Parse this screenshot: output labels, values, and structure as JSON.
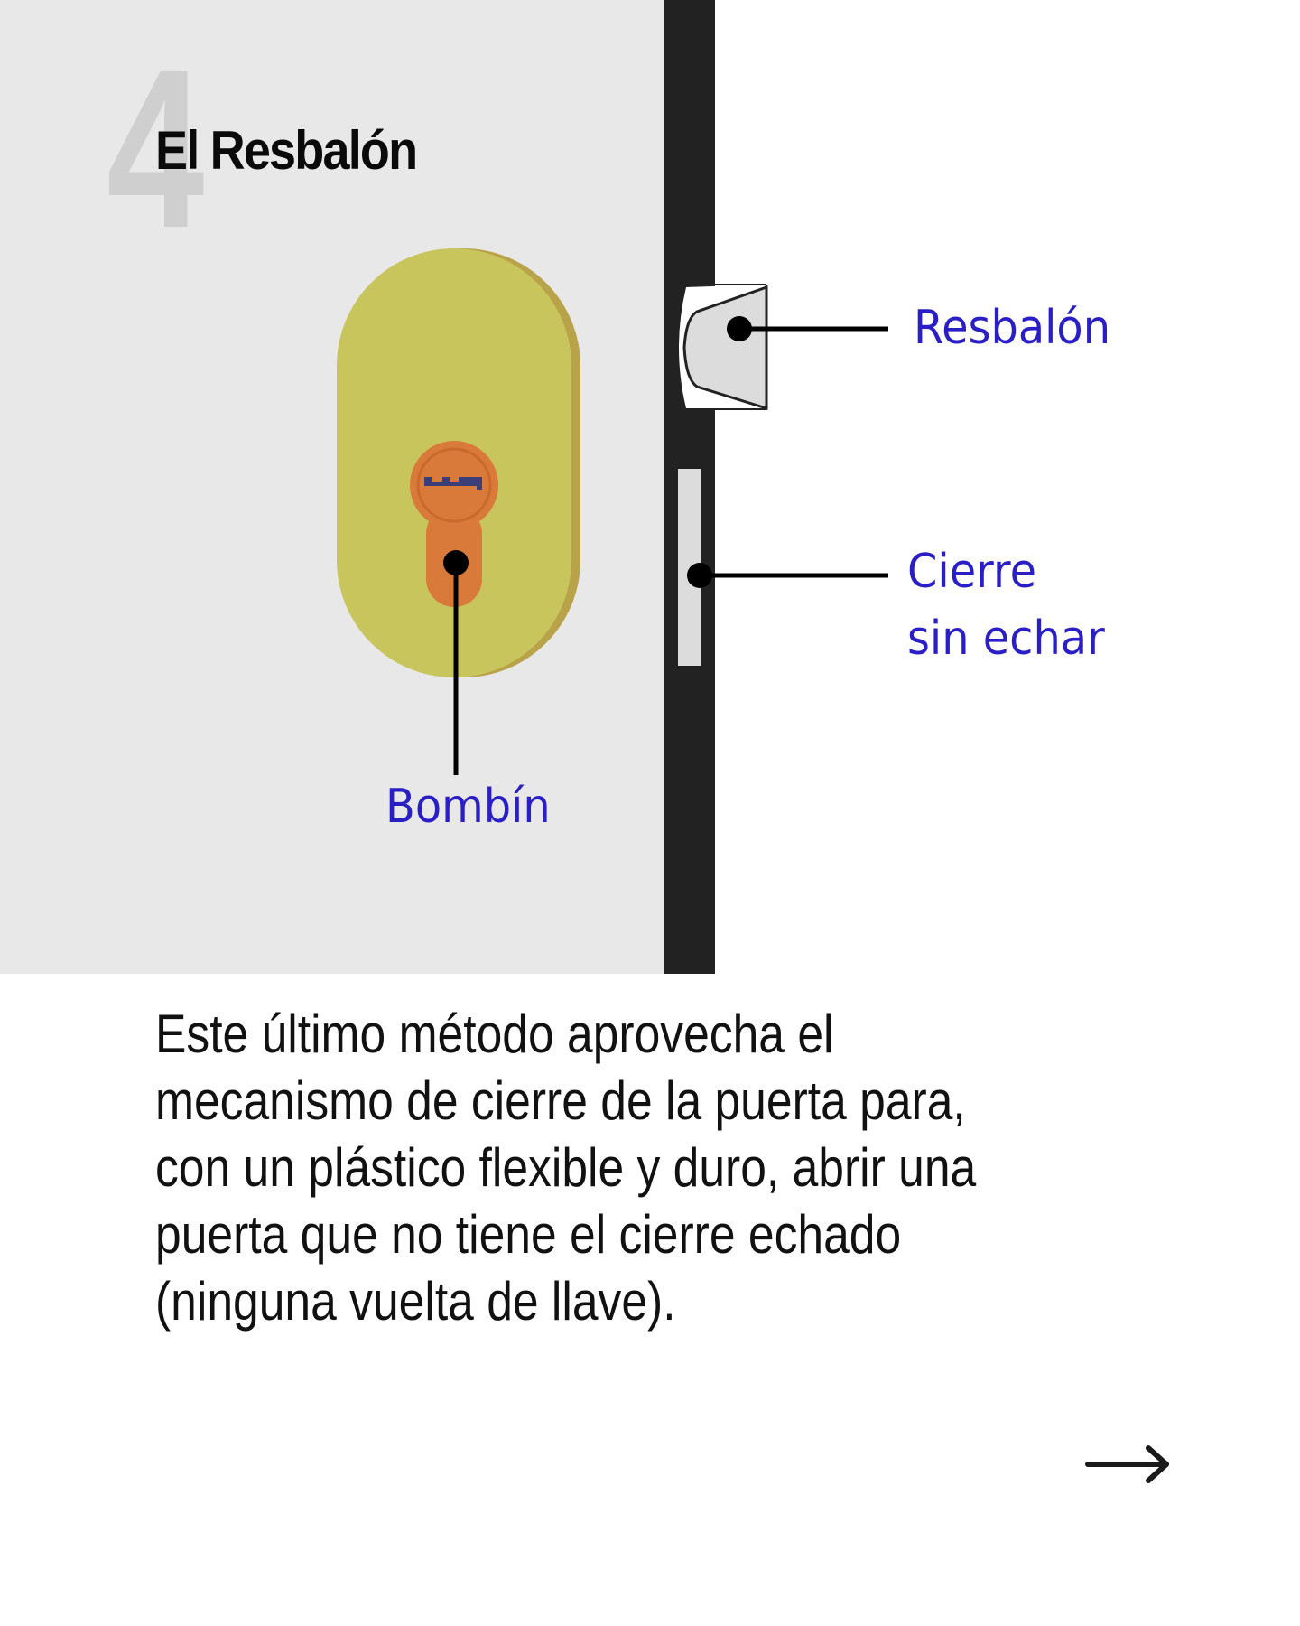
{
  "step": {
    "number": "4",
    "title": "El Resbalón"
  },
  "labels": {
    "resbalon": "Resbalón",
    "cierre_line1": "Cierre",
    "cierre_line2": "sin echar",
    "bombin": "Bombín"
  },
  "body": {
    "lines": [
      "Este último método aprovecha el",
      "mecanismo de cierre de la puerta para,",
      "con un plástico flexible y duro, abrir una",
      "puerta que no tiene el cierre echado",
      "(ninguna vuelta de llave)."
    ]
  },
  "navigation": {
    "next_icon": "arrow-right-icon"
  },
  "colors": {
    "panel_bg": "#e9e8e9",
    "door_edge": "#222222",
    "escutcheon": "#c8c55c",
    "escutcheon_edge": "#b9a34a",
    "cylinder": "#d97a3a",
    "keyway": "#3a3f7a",
    "label_blue": "#2a1fc4",
    "number_gray": "#cfcfcf"
  }
}
